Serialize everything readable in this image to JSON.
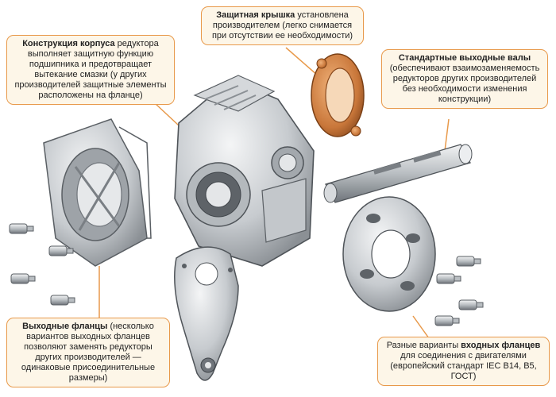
{
  "callouts": {
    "housing": {
      "bold": "Конструкция корпуса",
      "text": " редуктора выполняет защитную функцию подшипника и предотвращает вытекание смазки (у других производителей защитные элементы расположены на фланце)"
    },
    "cover": {
      "bold": "Защитная крышка",
      "text": " установлена производителем (легко снимается при отсутствии ее необходимости)"
    },
    "shafts": {
      "bold": "Стандартные выходные валы",
      "text": " (обеспечивают взаимозаменяемость редукторов других производителей без необходимости изменения конструкции)"
    },
    "out_flange": {
      "bold": "Выходные фланцы",
      "text": " (несколько вариантов выходных фланцев позволяют заменять редукторы других производителей — одинаковые присоединительные размеры)"
    },
    "in_flange": {
      "prefix": "Разные варианты ",
      "bold": "входных фланцев",
      "text": " для соединения с двигателями (европейский стандарт IEC B14, B5, ГОСТ)"
    }
  },
  "colors": {
    "callout_border": "#e8994a",
    "callout_fill": "#fdf6e8",
    "leader": "#e8994a",
    "metal_light": "#dfe2e5",
    "metal_mid": "#a9aeb3",
    "metal_dark": "#5a5f64",
    "bronze": "#c9773a"
  }
}
